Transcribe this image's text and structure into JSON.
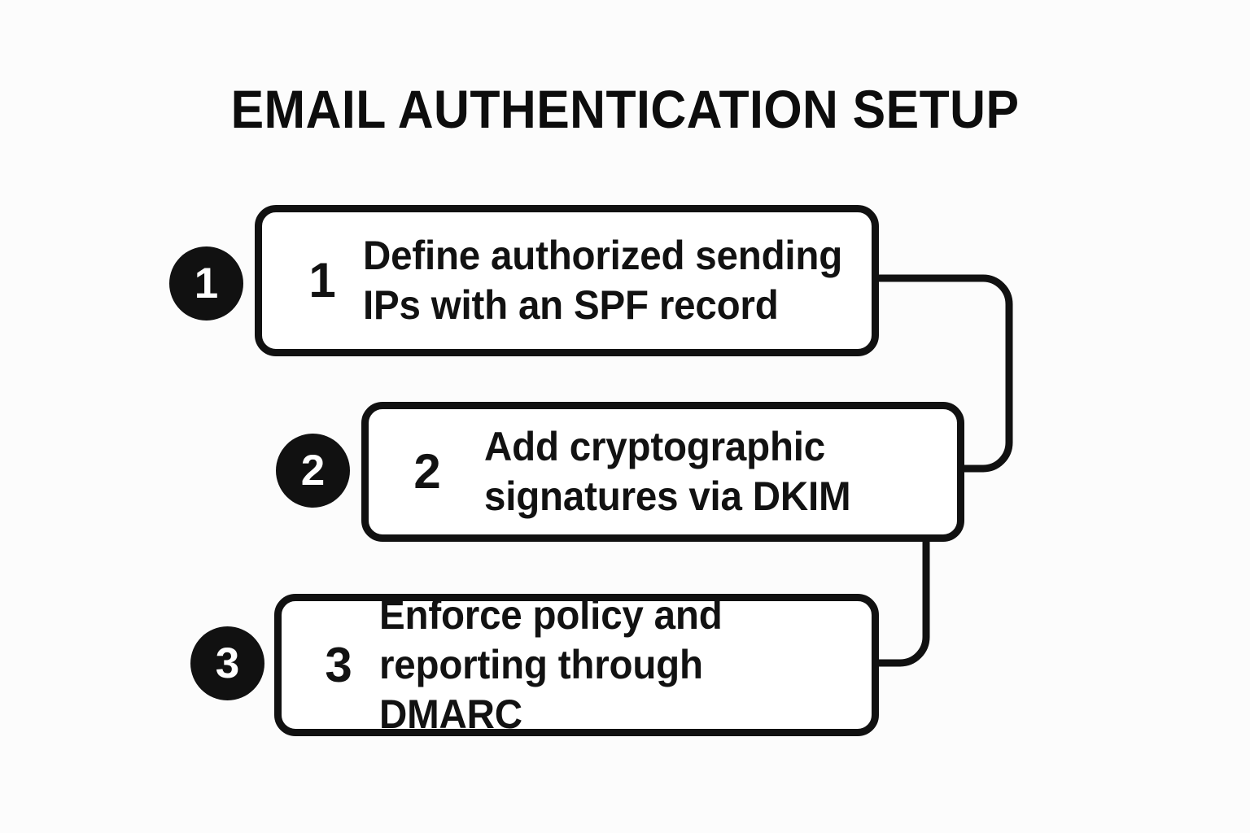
{
  "page": {
    "title": "EMAIL AUTHENTICATION SETUP",
    "background_color": "#fcfcfc",
    "ink_color": "#111111",
    "box_fill_color": "#ffffff"
  },
  "steps": [
    {
      "badge": "1",
      "inner_number": "1",
      "text": "Define authorized sending IPs with an SPF record"
    },
    {
      "badge": "2",
      "inner_number": "2",
      "text": "Add cryptographic signatures via DKIM"
    },
    {
      "badge": "3",
      "inner_number": "3",
      "text": "Enforce policy and reporting through DMARC"
    }
  ],
  "connectors": [
    {
      "from": "step-1",
      "to": "step-2"
    },
    {
      "from": "step-2",
      "to": "step-3"
    }
  ]
}
